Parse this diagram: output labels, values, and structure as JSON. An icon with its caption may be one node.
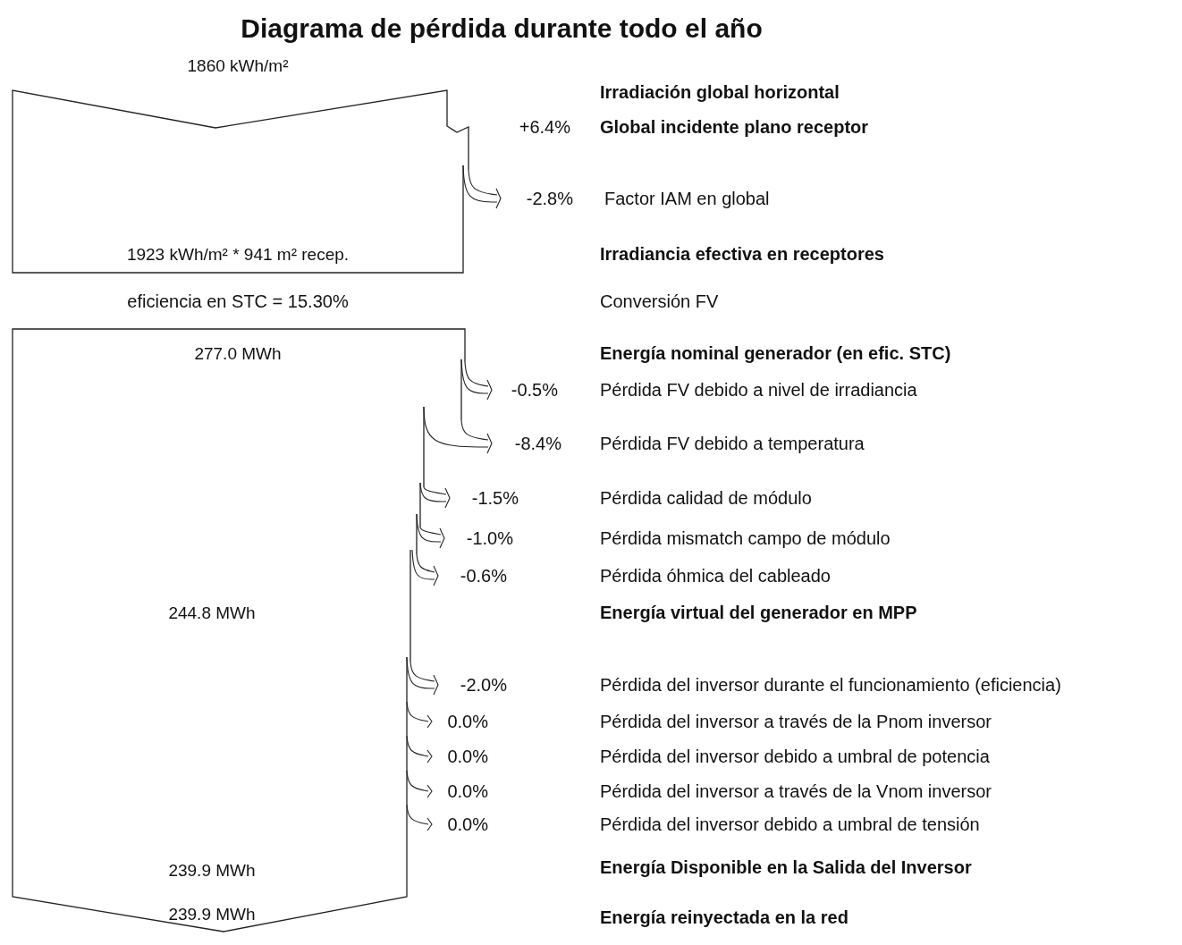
{
  "diagram": {
    "title": "Diagrama de pérdida durante todo el año",
    "nodes": [
      {
        "text": [
          "1860 kWh/m²",
          "1923 kWh/m² * 941 m² recep."
        ]
      },
      {
        "text": [
          "277.0 MWh",
          "244.8 MWh",
          "239.9 MWh",
          "239.9 MWh"
        ]
      }
    ],
    "labels": [
      "Irradiación global horizontal",
      "+6.4%",
      "Global incidente plano receptor",
      "-2.8%",
      "Factor IAM en global",
      "Irradiancia efectiva en receptores",
      "eficiencia en STC = 15.30%",
      "Conversión FV",
      "Energía nominal generador (en efic. STC)",
      "-0.5%",
      "Pérdida FV debido a nivel de irradiancia",
      "-8.4%",
      "Pérdida FV debido a temperatura",
      "-1.5%",
      "Pérdida calidad de módulo",
      "-1.0%",
      "Pérdida mismatch campo de módulo",
      "-0.6%",
      "Pérdida óhmica del cableado",
      "Energía virtual del generador en MPP",
      "-2.0%",
      "Pérdida del inversor durante el funcionamiento (eficiencia)",
      "0.0%",
      "Pérdida del inversor a través de la Pnom inversor",
      "0.0%",
      "Pérdida del inversor debido a umbral de potencia",
      "0.0%",
      "Pérdida del inversor a través de la Vnom inversor",
      "0.0%",
      "Pérdida del inversor debido a umbral de tensión",
      "Energía Disponible en la Salida del Inversor",
      "Energía reinyectada en la red"
    ]
  }
}
